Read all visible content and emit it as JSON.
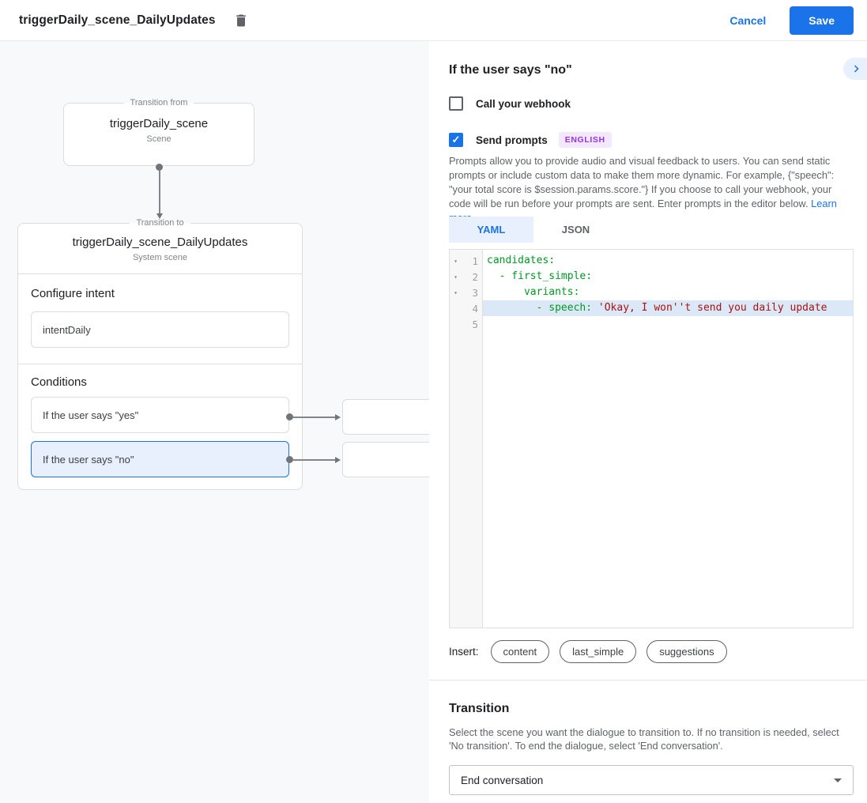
{
  "header": {
    "title": "triggerDaily_scene_DailyUpdates",
    "cancel_label": "Cancel",
    "save_label": "Save"
  },
  "diagram": {
    "from": {
      "legend": "Transition from",
      "title": "triggerDaily_scene",
      "subtitle": "Scene"
    },
    "to": {
      "legend": "Transition to",
      "title": "triggerDaily_scene_DailyUpdates",
      "subtitle": "System scene"
    },
    "configure_intent": {
      "heading": "Configure intent",
      "value": "intentDaily"
    },
    "conditions": {
      "heading": "Conditions",
      "items": [
        {
          "label": "If the user says \"yes\"",
          "selected": false
        },
        {
          "label": "If the user says \"no\"",
          "selected": true
        }
      ]
    }
  },
  "panel": {
    "title": "If the user says \"no\"",
    "webhook": {
      "label": "Call your webhook",
      "checked": false
    },
    "send_prompts": {
      "label": "Send prompts",
      "checked": true,
      "check_glyph": "✓",
      "badge": "ENGLISH"
    },
    "description": "Prompts allow you to provide audio and visual feedback to users. You can send static prompts or include custom data to make them more dynamic. For example, {\"speech\": \"your total score is $session.params.score.\"} If you choose to call your webhook, your code will be run before your prompts are sent. Enter prompts in the editor below. ",
    "learn_more": "Learn more",
    "tabs": [
      {
        "label": "YAML",
        "active": true
      },
      {
        "label": "JSON",
        "active": false
      }
    ],
    "editor": {
      "lines": [
        {
          "num": "1",
          "fold": "▾",
          "key": "candidates:",
          "string": ""
        },
        {
          "num": "2",
          "fold": "▾",
          "key": "  - first_simple:",
          "string": ""
        },
        {
          "num": "3",
          "fold": "▾",
          "key": "      variants:",
          "string": ""
        },
        {
          "num": "4",
          "fold": "",
          "key": "        - speech: ",
          "string": "'Okay, I won''t send you daily update"
        },
        {
          "num": "5",
          "fold": "",
          "key": "",
          "string": ""
        }
      ]
    },
    "insert": {
      "label": "Insert:",
      "pills": [
        "content",
        "last_simple",
        "suggestions"
      ]
    },
    "transition": {
      "heading": "Transition",
      "description": "Select the scene you want the dialogue to transition to. If no transition is needed, select 'No transition'. To end the dialogue, select 'End conversation'.",
      "selected_value": "End conversation"
    }
  },
  "colors": {
    "accent": "#1a73e8",
    "accent_bg": "#e8f0fe",
    "code_key": "#009926",
    "code_string": "#aa1111",
    "code_highlight_bg": "#dbe8f7",
    "badge_bg": "#f3e8fd",
    "badge_text": "#9334e6",
    "canvas_bg": "#f8f9fa"
  }
}
